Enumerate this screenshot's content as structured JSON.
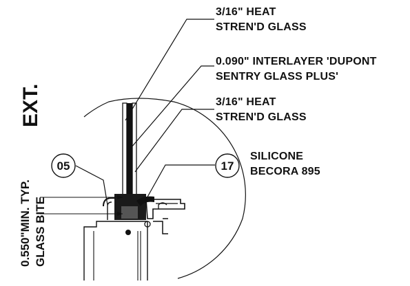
{
  "labels": {
    "outer_glass_l1": "3/16\" HEAT",
    "outer_glass_l2": "STREN'D GLASS",
    "interlayer_l1": "0.090\" INTERLAYER 'DUPONT",
    "interlayer_l2": "SENTRY GLASS PLUS'",
    "inner_glass_l1": "3/16\" HEAT",
    "inner_glass_l2": "STREN'D GLASS",
    "silicone_l1": "SILICONE",
    "silicone_l2": "BECORA 895",
    "exterior": "EXT.",
    "bite_l1": "0.550\"MIN. TYP.",
    "bite_l2": "GLASS BITE"
  },
  "tags": {
    "left": "05",
    "right": "17"
  }
}
